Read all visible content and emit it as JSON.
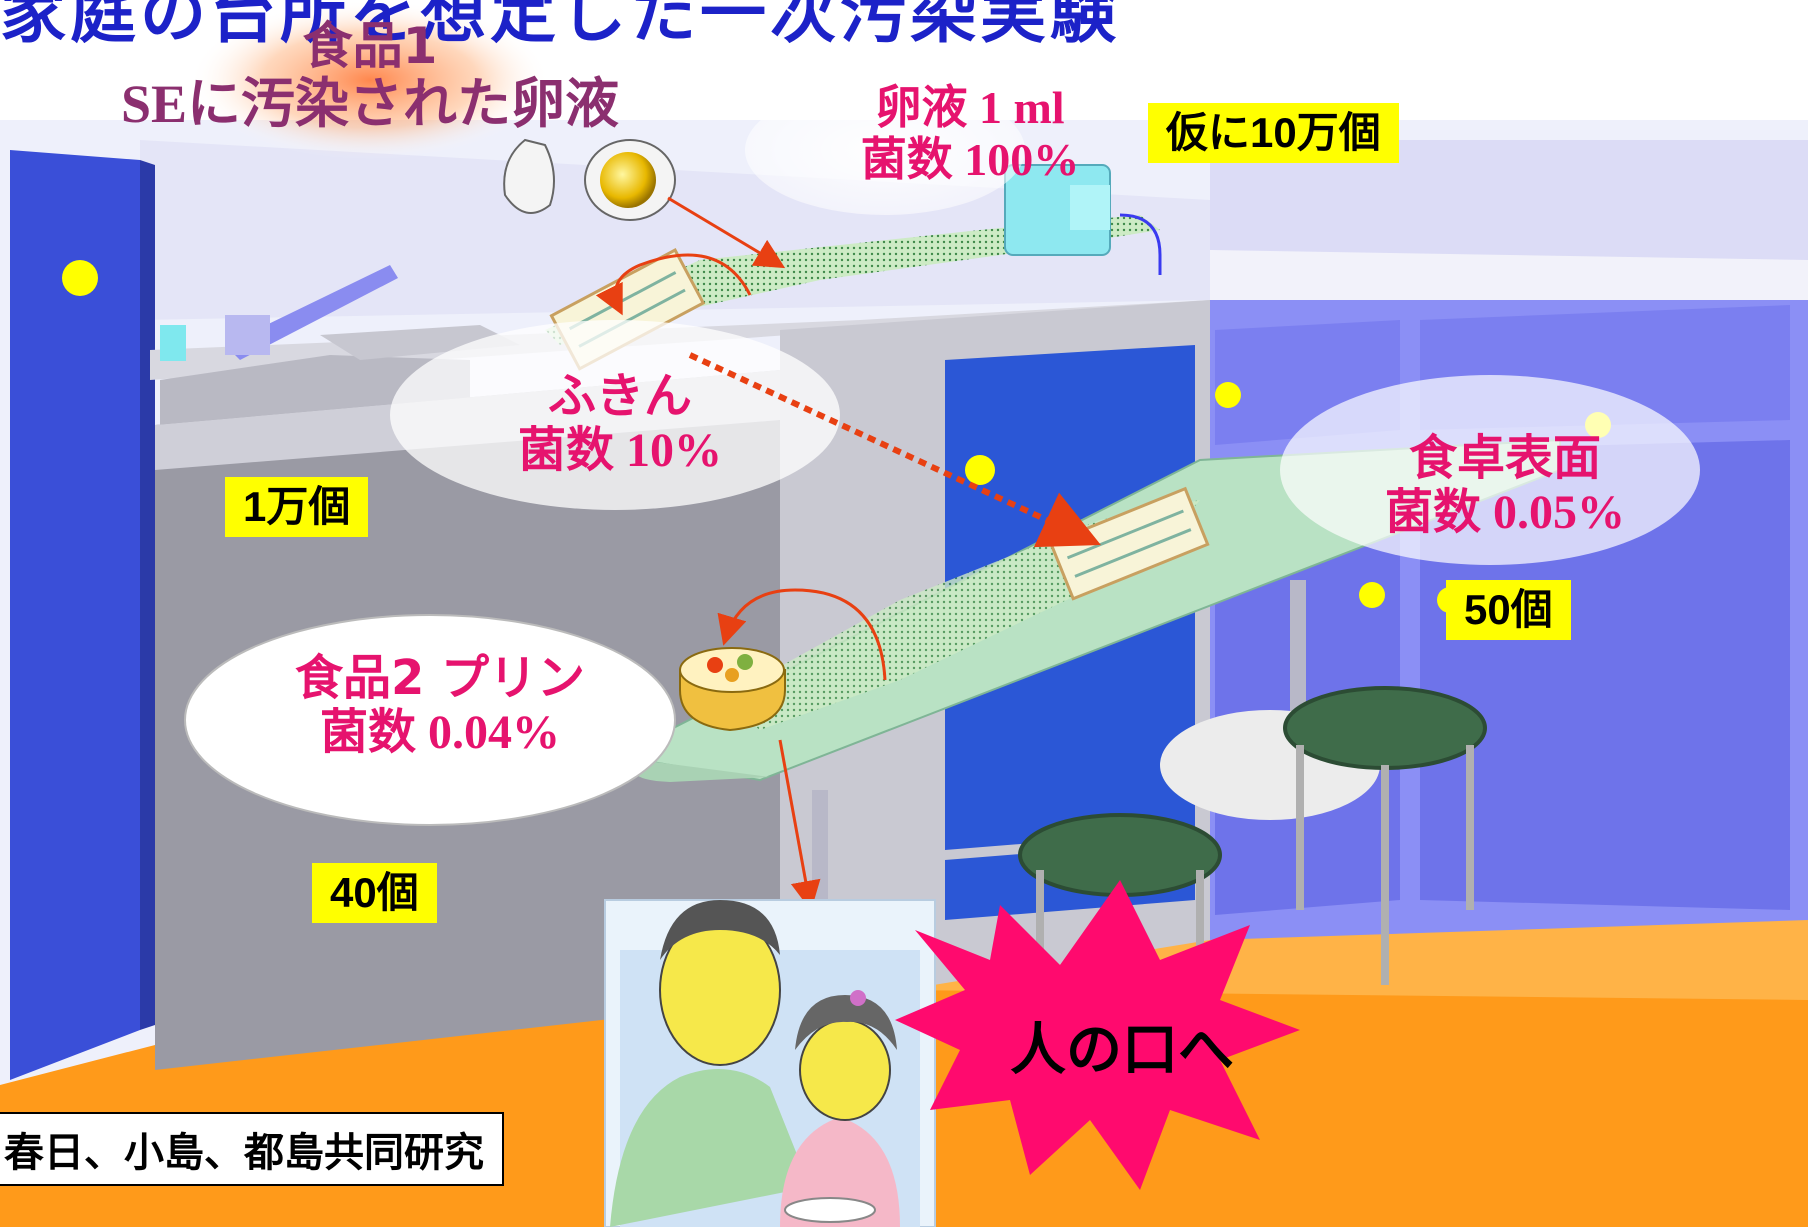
{
  "title_partial": "家庭の台所を想定した一次汚染実験",
  "food1": {
    "line1": "食品1",
    "line2": "SEに汚染された卵液"
  },
  "egg_liquid": {
    "line1": "卵液 1 ml",
    "line2": "菌数 100%"
  },
  "assume_count": "仮に10万個",
  "cloth": {
    "line1": "ふきん",
    "line2": "菌数 10%"
  },
  "cloth_count": "1万個",
  "table_surface": {
    "line1": "食卓表面",
    "line2": "菌数 0.05%"
  },
  "table_count": "50個",
  "food2": {
    "line1": "食品2 プリン",
    "line2": "菌数 0.04%"
  },
  "food2_count": "40個",
  "to_mouth": "人の口へ",
  "credit": "春日、小島、都島共同研究",
  "colors": {
    "label_pink": "#e6136e",
    "label_purple": "#8b2f6f",
    "highlight_yellow": "#ffff00",
    "cabinet_blue": "#3a4fd8",
    "cabinet_light_blue": "#7b7ff0",
    "floor_orange": "#ff9a1a",
    "burst_magenta": "#ff0a6e",
    "arrow_red": "#e84012"
  }
}
